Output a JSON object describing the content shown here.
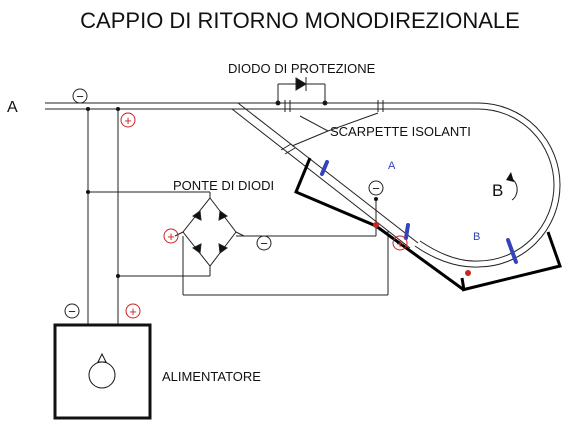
{
  "title": "CAPPIO DI RITORNO MONODIREZIONALE",
  "labels": {
    "track_end": "A",
    "diode": "DIODO DI PROTEZIONE",
    "insulators": "SCARPETTE ISOLANTI",
    "bridge": "PONTE DI DIODI",
    "loop_a": "A",
    "loop_b_big": "B",
    "loop_b_small": "B",
    "power_supply": "ALIMENTATORE"
  },
  "symbols": {
    "minus": "−",
    "plus": "+"
  },
  "colors": {
    "line": "#222222",
    "thick": "#000000",
    "insulator_blue": "#3344bb",
    "polarity_red": "#cc2222",
    "loop_label_blue": "#3344aa"
  }
}
